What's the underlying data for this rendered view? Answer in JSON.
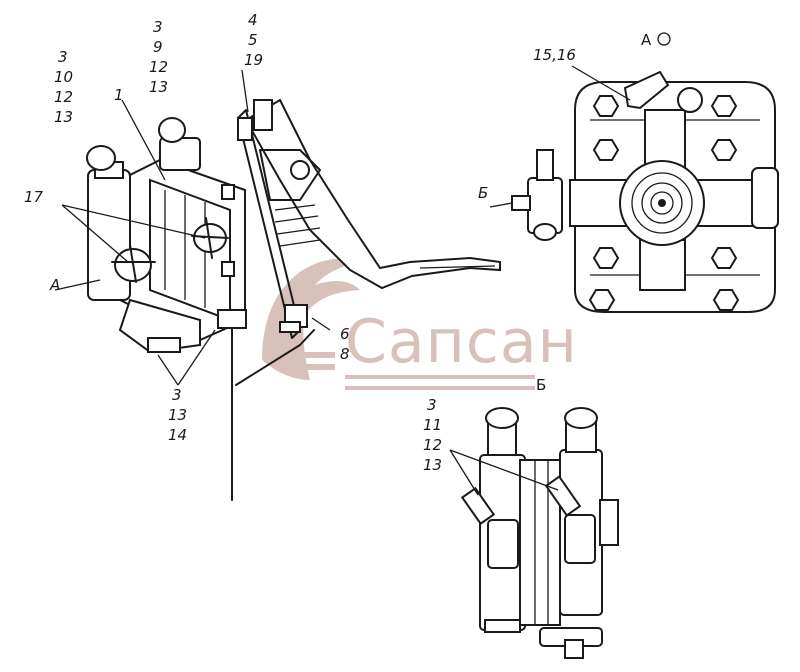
{
  "labels": {
    "l_3a": "3",
    "l_10": "10",
    "l_12a": "12",
    "l_13a": "13",
    "l_1": "1",
    "l_3b": "3",
    "l_9": "9",
    "l_12b": "12",
    "l_13b": "13",
    "l_4": "4",
    "l_5": "5",
    "l_19": "19",
    "l_17": "17",
    "l_A": "A",
    "l_6": "6",
    "l_8": "8",
    "l_3c": "3",
    "l_13c": "13",
    "l_14": "14",
    "l_1516": "15,16",
    "l_viewA": "А",
    "l_B": "Б",
    "l_viewB": "Б",
    "l_3d": "3",
    "l_11": "11",
    "l_12d": "12",
    "l_13d": "13"
  },
  "watermark": {
    "text": "Сапсан",
    "color": "#d9c1bb"
  }
}
